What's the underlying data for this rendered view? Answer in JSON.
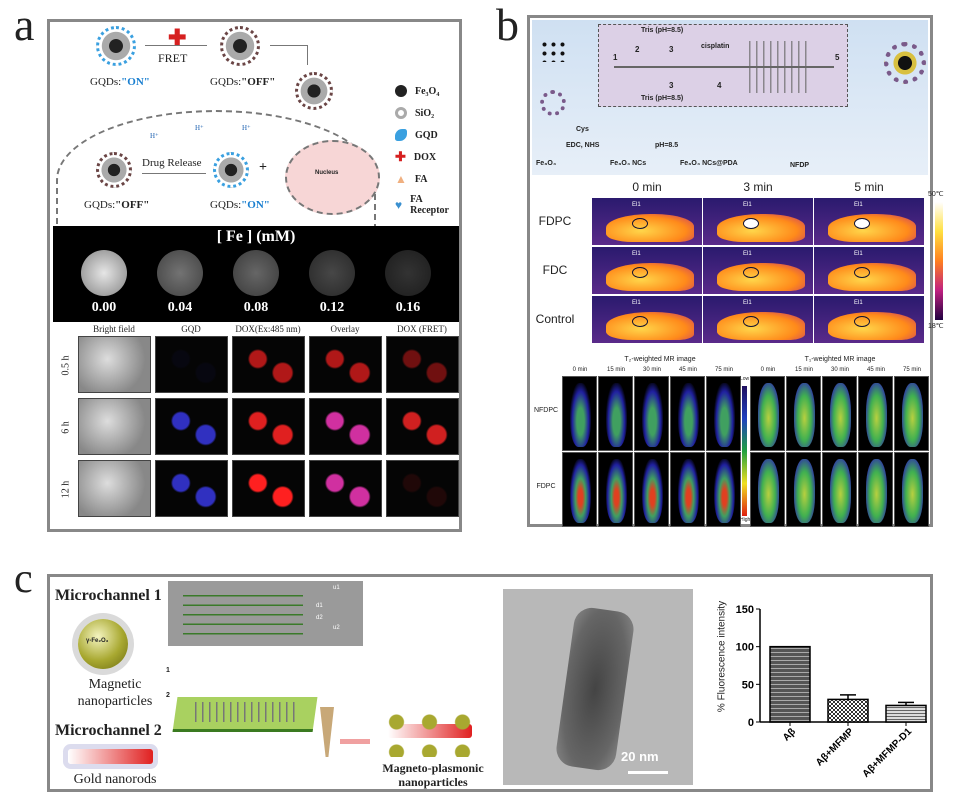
{
  "panel_a": {
    "label": "a",
    "schematic": {
      "fret_label": "FRET",
      "gqd_on_prefix": "GQDs:",
      "on": "\"ON\"",
      "off": "\"OFF\"",
      "drug_release": "Drug Release",
      "plus": "+",
      "nucleus": "Nucleus",
      "proton": "H⁺"
    },
    "legend": [
      {
        "label": "Fe₃O₄",
        "color": "#222222"
      },
      {
        "label": "SiO₂",
        "color": "#aaaaaa"
      },
      {
        "label": "GQD",
        "color": "#3aa0e0"
      },
      {
        "label": "DOX",
        "color": "#d62020"
      },
      {
        "label": "FA",
        "color": "#f0b080"
      },
      {
        "label": "FA Receptor",
        "color": "#3a90d0"
      }
    ],
    "mri": {
      "title": "[ Fe ] (mM)",
      "concentrations": [
        "0.00",
        "0.04",
        "0.08",
        "0.12",
        "0.16"
      ]
    },
    "microscopy": {
      "columns": [
        "Bright field",
        "GQD",
        "DOX(Ex:485 nm)",
        "Overlay",
        "DOX (FRET)"
      ],
      "rows": [
        "0.5 h",
        "6 h",
        "12 h"
      ]
    }
  },
  "panel_b": {
    "label": "b",
    "microfluidic": {
      "inlets": [
        "1",
        "2",
        "3",
        "3",
        "4",
        "5"
      ],
      "tris_label": "Tris (pH=8.5)",
      "cisplatin": "cisplatin"
    },
    "synthesis": {
      "steps": [
        "Fe₃O₄",
        "Fe₃O₄ NCs",
        "Fe₃O₄ NCs@PDA",
        "NFDP"
      ],
      "arrow1_top": "Cys",
      "arrow1_bottom": "EDC, NHS",
      "arrow2_bottom": "pH=8.5"
    },
    "thermal": {
      "times": [
        "0 min",
        "3 min",
        "5 min"
      ],
      "groups": [
        "FDPC",
        "FDC",
        "Control"
      ],
      "roi_label": "El1",
      "scale_max": "50℃",
      "scale_min": "18℃"
    },
    "mr": {
      "t2_title": "T₂-weighted MR image",
      "t1_title": "T₁-weighted MR image",
      "times": [
        "0 min",
        "15 min",
        "30 min",
        "45 min",
        "75 min"
      ],
      "groups": [
        "NFDPC",
        "FDPC"
      ],
      "scale_low": "Low",
      "scale_high": "High"
    }
  },
  "panel_c": {
    "label": "c",
    "microchannel1": "Microchannel 1",
    "microchannel2": "Microchannel 2",
    "particle_label": "γ-Fe₂O₃",
    "magnetic": "Magnetic nanoparticles",
    "gold": "Gold nanorods",
    "product": "Magneto-plasmonic nanoparticles",
    "inset_labels": [
      "u1",
      "d1",
      "d2",
      "u2"
    ],
    "channel_numbers": [
      "1",
      "2"
    ],
    "scale_bar": "20 nm"
  },
  "chart_data": {
    "type": "bar",
    "title": "",
    "xlabel": "",
    "ylabel": "% Fluorescence intensity",
    "categories": [
      "Aβ",
      "Aβ+MFMP",
      "Aβ+MFMP-D1"
    ],
    "values": [
      100,
      30,
      22
    ],
    "errors": [
      0,
      6,
      4
    ],
    "ylim": [
      0,
      150
    ],
    "yticks": [
      0,
      50,
      100,
      150
    ],
    "patterns": [
      "horizontal-stripes",
      "checker",
      "horizontal-lines"
    ]
  }
}
